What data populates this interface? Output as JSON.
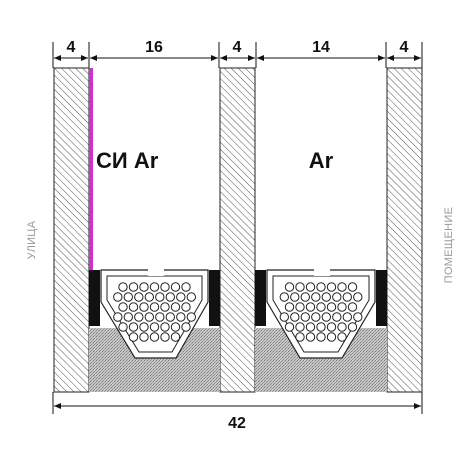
{
  "dimensions": {
    "glass_outer": "4",
    "gap_outer": "16",
    "glass_middle": "4",
    "gap_inner": "14",
    "glass_inner": "4",
    "total": "42"
  },
  "chambers": {
    "outer_label": "СИ Ar",
    "inner_label": "Ar"
  },
  "sides": {
    "outside": "УЛИЦА",
    "inside": "ПОМЕЩЕНИЕ"
  },
  "colors": {
    "low_e_coating": "#cc33cc",
    "glass_hatch": "#555555",
    "sealant": "#c8c8c8",
    "butyl": "#111111",
    "side_label": "#9a9a9a"
  }
}
